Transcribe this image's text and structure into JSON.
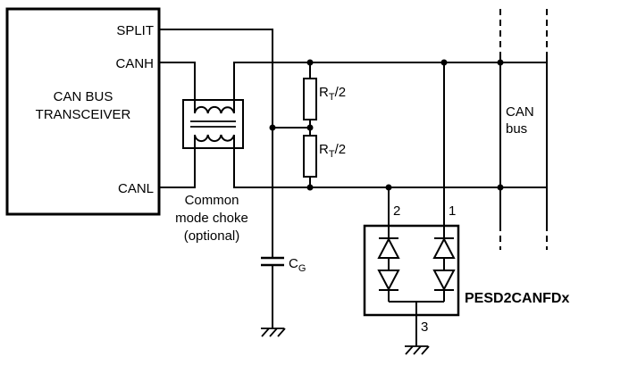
{
  "colors": {
    "ink": "#000000",
    "background": "#ffffff"
  },
  "transceiver": {
    "title_line1": "CAN BUS",
    "title_line2": "TRANSCEIVER",
    "pin_split": "SPLIT",
    "pin_canh": "CANH",
    "pin_canl": "CANL"
  },
  "choke": {
    "label_line1": "Common",
    "label_line2": "mode choke",
    "label_line3": "(optional)"
  },
  "termination": {
    "r_top": {
      "base": "R",
      "sub": "T",
      "suffix": "/2"
    },
    "r_bottom": {
      "base": "R",
      "sub": "T",
      "suffix": "/2"
    },
    "cap": {
      "base": "C",
      "sub": "G"
    }
  },
  "bus": {
    "label_line1": "CAN",
    "label_line2": "bus"
  },
  "pesd": {
    "part_number": "PESD2CANFDx",
    "pin1_label": "1",
    "pin2_label": "2",
    "pin3_label": "3"
  }
}
